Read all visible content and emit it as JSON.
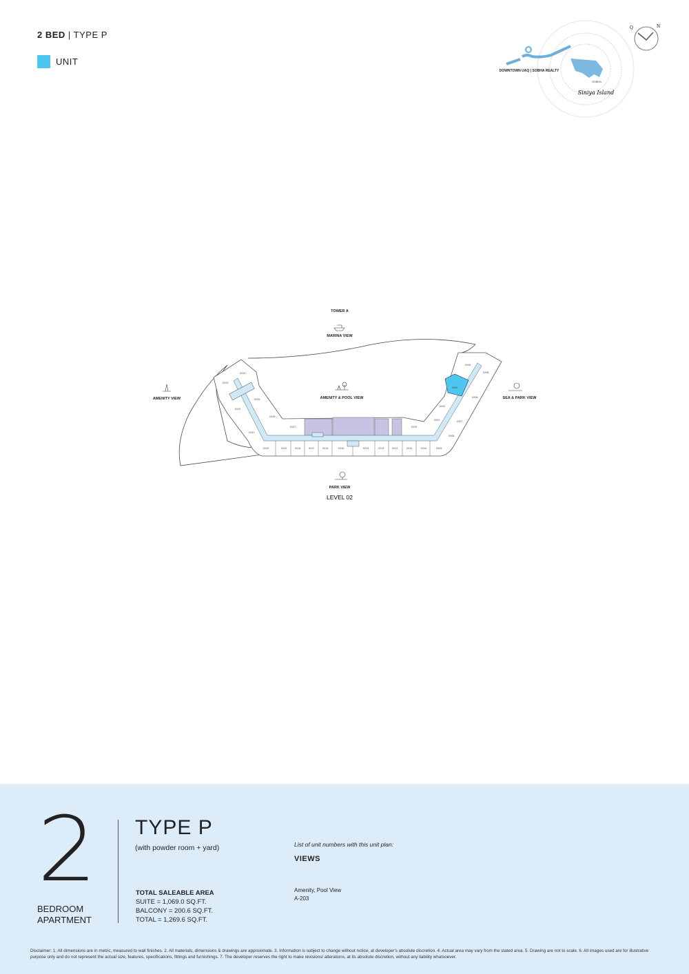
{
  "header": {
    "bed": "2 BED",
    "separator": " | ",
    "type": "TYPE P"
  },
  "legend": {
    "label": "UNIT",
    "color": "#4cc7f1"
  },
  "locator": {
    "location_label": "DOWNTOWN UAQ | SOBHA REALTY",
    "brand_small": "SOBHA",
    "brand_script": "Siniya Island",
    "compass_q": "Q",
    "compass_n": "N"
  },
  "plan": {
    "tower": "TOWER A",
    "marina": "MARINA VIEW",
    "amenity_pool": "AMENITY & POOL VIEW",
    "amenity": "AMENITY VIEW",
    "sea_park": "SEA & PARK VIEW",
    "park": "PARK VIEW",
    "level": "LEVEL 02",
    "units": [
      "XX24",
      "XX23",
      "XX25",
      "XX22",
      "XX26",
      "XX21",
      "XX27",
      "XX20",
      "XX19",
      "XX18",
      "XX17",
      "XX16",
      "XX15",
      "XX14",
      "XX13",
      "XX12",
      "XX11",
      "XX10",
      "XX09",
      "XX29",
      "XX08",
      "XX01",
      "XX07",
      "XX02",
      "XX06",
      "XX03",
      "XX05",
      "XX04"
    ],
    "highlight_color": "#4cc7f1",
    "corridor_color": "#cfe9f7",
    "amenity_color": "#c9c3e3"
  },
  "summary": {
    "bedrooms": "2",
    "bedroom_label_1": "BEDROOM",
    "bedroom_label_2": "APARTMENT",
    "type": "TYPE P",
    "subtitle": "(with powder room + yard)",
    "area_title": "TOTAL SALEABLE AREA",
    "suite": "SUITE = 1,069.0 SQ.FT.",
    "balcony": "BALCONY = 200.6 SQ.FT.",
    "total": "TOTAL = 1,269.6 SQ.FT.",
    "list_title": "List of unit numbers with this unit plan:",
    "views_heading": "VIEWS",
    "view_value": "Amenity, Pool View",
    "unit_number": "A-203"
  },
  "disclaimer": "Disclaimer: 1. All dimensions are in metric, measured to wall finishes. 2. All materials, dimensions & drawings are approximate. 3. Information is subject to change without notice, at developer's absolute discretion. 4. Actual area may vary from the stated area. 5. Drawing are not to scale. 6. All images used are for illustrative purpose only and do not represent the actual size, features, specifications, fittings and furnishings. 7. The developer reserves the right to make revisions/ alterations, at its absolute discretion, without any liability whatsoever."
}
